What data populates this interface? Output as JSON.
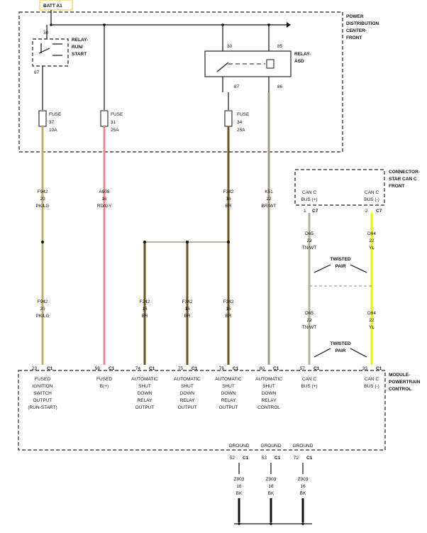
{
  "colors": {
    "pklg": "#b5b36a",
    "rdgy": "#e98a8a",
    "br": "#6b5418",
    "brwt": "#a39a86",
    "tnwt": "#b8b1a2",
    "yl": "#f0f000"
  },
  "batt": "BATT A1",
  "pdc": [
    "POWER",
    "DISTRIBUTION",
    "CENTER-",
    "FRONT"
  ],
  "relay_run": [
    "RELAY-",
    "RUN/",
    "START"
  ],
  "relay_asd": [
    "RELAY-",
    "ASD"
  ],
  "pins_top": {
    "p30a": "30",
    "p87a": "87",
    "p30b": "30",
    "p85": "85",
    "p87b": "87",
    "p86": "86"
  },
  "fuses": [
    {
      "label": "FUSE",
      "num": "37",
      "amp": "10A"
    },
    {
      "label": "FUSE",
      "num": "31",
      "amp": "25A"
    },
    {
      "label": "FUSE",
      "num": "34",
      "amp": "25A"
    }
  ],
  "wires_top": [
    {
      "code": "F942",
      "gauge": "20",
      "color": "PK/LG"
    },
    {
      "code": "A908",
      "gauge": "16",
      "color": "RD/GY"
    },
    {
      "code": "F342",
      "gauge": "16",
      "color": "BR"
    },
    {
      "code": "K51",
      "gauge": "22",
      "color": "BR/WT"
    }
  ],
  "wires_mid": [
    {
      "code": "F942",
      "gauge": "20",
      "color": "PK/LG"
    },
    {
      "code": "F342",
      "gauge": "16",
      "color": "BR"
    },
    {
      "code": "F342",
      "gauge": "16",
      "color": "BR"
    },
    {
      "code": "F342",
      "gauge": "16",
      "color": "BR"
    }
  ],
  "star": [
    "CONNECTOR-",
    "STAR CAN C",
    "FRONT"
  ],
  "can_plus": [
    "CAN C",
    "BUS (+)"
  ],
  "can_minus": [
    "CAN C",
    "BUS (-)"
  ],
  "c7a": "1",
  "c7b": "2",
  "c7": "C7",
  "can_wires": [
    {
      "code": "D65",
      "gauge": "22",
      "color": "TN/WT"
    },
    {
      "code": "D64",
      "gauge": "22",
      "color": "YL"
    }
  ],
  "twisted": [
    "TWISTED",
    "PAIR"
  ],
  "module": [
    "MODULE-",
    "POWERTRAIN",
    "CONTROL"
  ],
  "c1": "C1",
  "mod_pins": [
    {
      "pin": "23",
      "lines": [
        "FUSED",
        "IGNITION",
        "SWITCH",
        "OUTPUT",
        "(RUN-START)"
      ]
    },
    {
      "pin": "96",
      "lines": [
        "FUSED",
        "B(+)"
      ]
    },
    {
      "pin": "74",
      "lines": [
        "AUTOMATIC",
        "SHUT",
        "DOWN",
        "RELAY",
        "OUTPUT"
      ]
    },
    {
      "pin": "75",
      "lines": [
        "AUTOMATIC",
        "SHUT",
        "DOWN",
        "RELAY",
        "OUTPUT"
      ]
    },
    {
      "pin": "76",
      "lines": [
        "AUTOMATIC",
        "SHUT",
        "DOWN",
        "RELAY",
        "OUTPUT"
      ]
    },
    {
      "pin": "80",
      "lines": [
        "AUTOMATIC",
        "SHUT",
        "DOWN",
        "RELAY",
        "CONTROL"
      ]
    },
    {
      "pin": "57",
      "lines": [
        "CAN C",
        "BUS (+)"
      ]
    },
    {
      "pin": "33",
      "lines": [
        "CAN C",
        "BUS (-)"
      ]
    }
  ],
  "grounds": [
    {
      "label": "GROUND",
      "pin": "52",
      "code": "Z903",
      "gauge": "16",
      "color": "BK"
    },
    {
      "label": "GROUND",
      "pin": "53",
      "code": "Z903",
      "gauge": "16",
      "color": "BK"
    },
    {
      "label": "GROUND",
      "pin": "72",
      "code": "Z903",
      "gauge": "16",
      "color": "BK"
    }
  ]
}
